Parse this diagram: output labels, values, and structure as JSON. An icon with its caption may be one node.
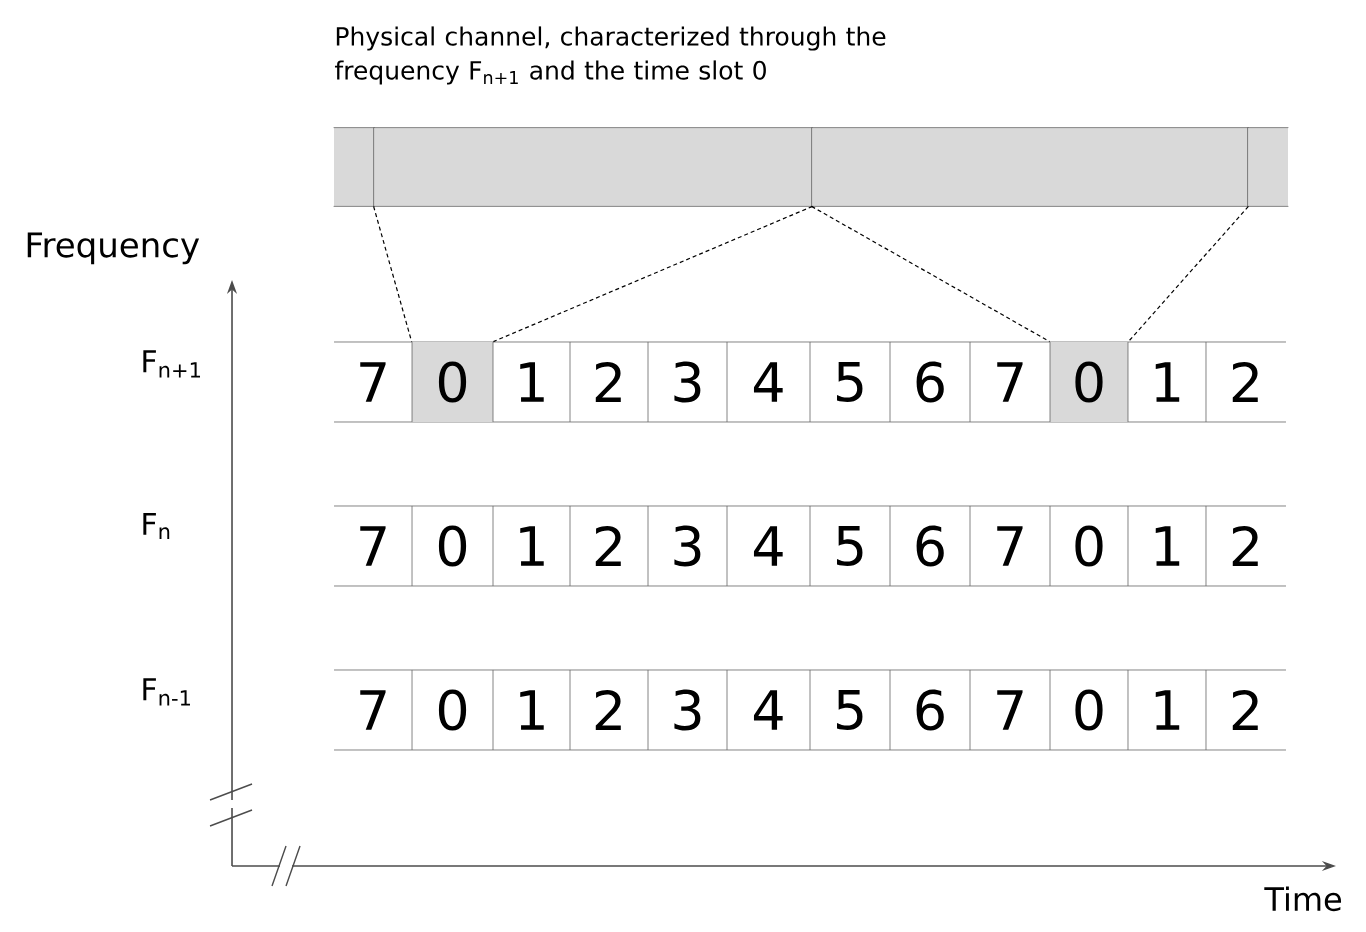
{
  "diagram": {
    "title": "Physical channel, characterized through the frequency F$_{n+1}$ and the time slot 0",
    "nodes": [
      {
        "text": [],
        "shape": "box"
      },
      {
        "text": [],
        "shape": "box"
      },
      {
        "text": [],
        "shape": "box"
      },
      {
        "text": [],
        "shape": "box"
      },
      {
        "text": [
          "7"
        ]
      },
      {
        "text": [
          "0"
        ]
      },
      {
        "text": [
          "1"
        ]
      },
      {
        "text": [
          "2"
        ]
      },
      {
        "text": [
          "3"
        ]
      },
      {
        "text": [
          "4"
        ]
      },
      {
        "text": [
          "5"
        ]
      },
      {
        "text": [
          "6"
        ]
      },
      {
        "text": [
          "7"
        ]
      },
      {
        "text": [
          "0"
        ]
      },
      {
        "text": [
          "1"
        ]
      },
      {
        "text": [
          "2"
        ]
      },
      {
        "text": [
          "7"
        ]
      },
      {
        "text": [
          "0"
        ]
      },
      {
        "text": [
          "1"
        ]
      },
      {
        "text": [
          "2"
        ]
      },
      {
        "text": [
          "3"
        ]
      },
      {
        "text": [
          "4"
        ]
      },
      {
        "text": [
          "5"
        ]
      },
      {
        "text": [
          "6"
        ]
      },
      {
        "text": [
          "7"
        ]
      },
      {
        "text": [
          "0"
        ]
      },
      {
        "text": [
          "1"
        ]
      },
      {
        "text": [
          "2"
        ]
      },
      {
        "text": [
          "7"
        ]
      },
      {
        "text": [
          "0"
        ]
      },
      {
        "text": [
          "1"
        ]
      },
      {
        "text": [
          "2"
        ]
      },
      {
        "text": [
          "3"
        ]
      },
      {
        "text": [
          "4"
        ]
      },
      {
        "text": [
          "5"
        ]
      },
      {
        "text": [
          "6"
        ]
      },
      {
        "text": [
          "7"
        ]
      },
      {
        "text": [
          "0"
        ]
      },
      {
        "text": [
          "1"
        ]
      },
      {
        "text": [
          "2"
        ]
      }
    ],
    "edges": [
      {
        "from": 1,
        "to": 5,
        "arrow": "none",
        "style": "dashed"
      },
      {
        "from": 1,
        "to": 5,
        "arrow": "none",
        "style": "dashed"
      },
      {
        "from": 2,
        "to": 13,
        "arrow": "none",
        "style": "dashed"
      },
      {
        "from": 2,
        "to": 13,
        "arrow": "none",
        "style": "dashed"
      }
    ],
    "labels": [
      "Frequency",
      "F$_{n+1}$",
      "F$_{n}$",
      "F$_{n-1}$",
      "Time"
    ]
  }
}
